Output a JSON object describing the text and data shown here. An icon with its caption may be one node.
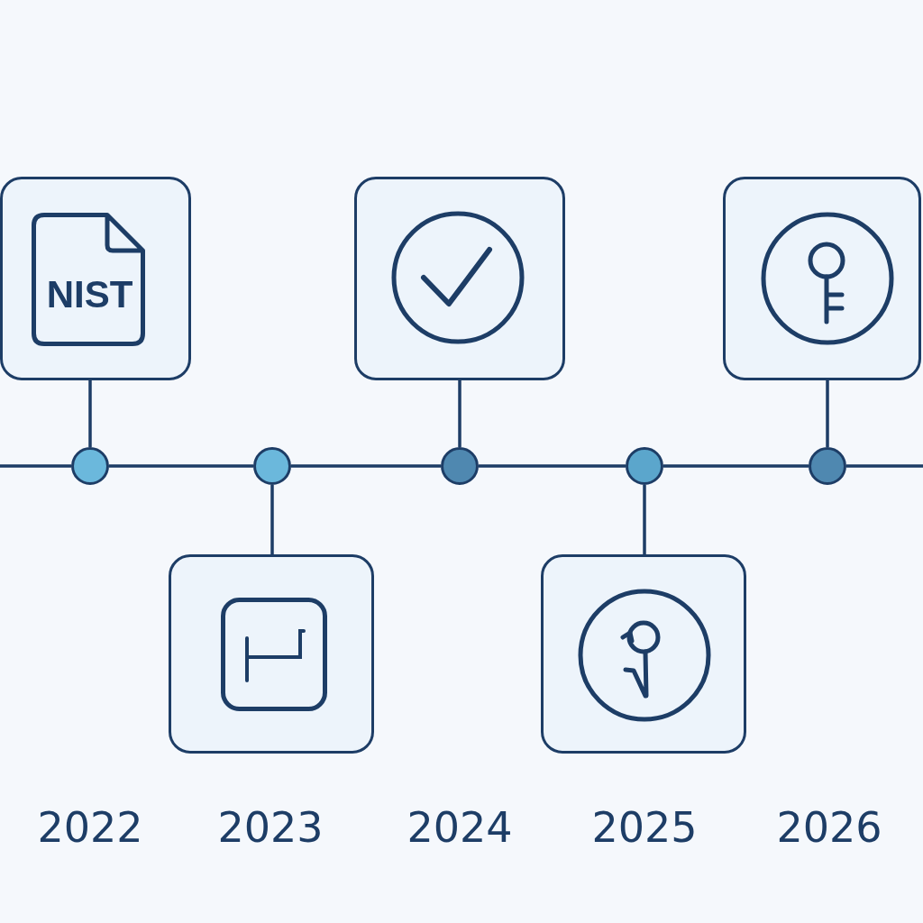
{
  "diagram": {
    "nodes": [
      {
        "text": [
          "NIST"
        ]
      },
      {
        "text": [],
        "shape": "circle"
      },
      {
        "text": [],
        "shape": "box"
      },
      {
        "text": [],
        "shape": "circle"
      },
      {
        "text": [],
        "shape": "box"
      },
      {
        "text": [],
        "shape": "circle"
      },
      {
        "text": [],
        "shape": "box"
      },
      {
        "text": [],
        "shape": "circle"
      },
      {
        "text": [],
        "shape": "box"
      },
      {
        "text": [],
        "shape": "circle"
      }
    ],
    "edges": [
      {
        "from": 0,
        "to": 1,
        "arrow": "none"
      },
      {
        "from": 3,
        "to": 2,
        "arrow": "none"
      },
      {
        "from": 4,
        "to": 5,
        "arrow": "none"
      },
      {
        "from": 7,
        "to": 6,
        "arrow": "none"
      },
      {
        "from": 8,
        "to": 9,
        "arrow": "none"
      },
      {
        "from": 1,
        "to": 3,
        "arrow": "none"
      },
      {
        "from": 3,
        "to": 5,
        "arrow": "none"
      },
      {
        "from": 5,
        "to": 7,
        "arrow": "none"
      },
      {
        "from": 7,
        "to": 9,
        "arrow": "none"
      }
    ],
    "labels": [
      "2022",
      "2023",
      "2024",
      "2025",
      "2026"
    ]
  }
}
